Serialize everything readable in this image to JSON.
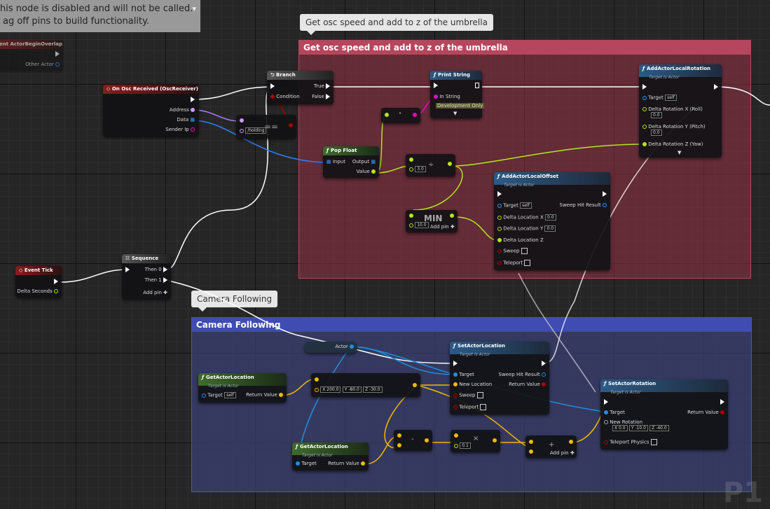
{
  "disabled_banner": {
    "line1": "his node is disabled and will not be called.",
    "line2": "ag off pins to build functionality."
  },
  "comments": {
    "osc": {
      "bubble": "Get osc speed and add to z of the umbrella",
      "title": "Get osc speed and add to z of the umbrella"
    },
    "camera": {
      "bubble": "Camera Following",
      "title": "Camera Following"
    }
  },
  "nodes": {
    "overlap": {
      "title": "ent ActorBeginOverlap",
      "pin_other": "Other Actor"
    },
    "osc_received": {
      "title": "On Osc Received (OscReceiver)",
      "pins": [
        "Address",
        "Data",
        "Sender Ip"
      ]
    },
    "branch": {
      "title": "Branch",
      "condition": "Condition",
      "true": "True",
      "false": "False"
    },
    "equals": {
      "value": "/holding",
      "symbol": "=="
    },
    "print_string": {
      "title": "Print String",
      "in_string": "In String",
      "dev_only": "Development Only"
    },
    "pop_float": {
      "title": "Pop Float",
      "input": "Input",
      "output": "Output",
      "value": "Value"
    },
    "divide": {
      "value": "3.0",
      "symbol": "÷"
    },
    "min": {
      "value": "10.0",
      "symbol": "MIN",
      "add_pin": "Add pin"
    },
    "add_rot": {
      "title": "AddActorLocalRotation",
      "sub": "Target is Actor",
      "target": "Target",
      "self": "self",
      "dx": "Delta Rotation X (Roll)",
      "dy": "Delta Rotation Y (Pitch)",
      "dz": "Delta Rotation Z (Yaw)",
      "vx": "0.0",
      "vy": "0.0"
    },
    "add_off": {
      "title": "AddActorLocalOffset",
      "sub": "Target is Actor",
      "target": "Target",
      "self": "self",
      "dx": "Delta Location X",
      "dy": "Delta Location Y",
      "dz": "Delta Location Z",
      "vx": "0.0",
      "vy": "0.0",
      "sweep": "Sweep",
      "teleport": "Teleport",
      "hit": "Sweep Hit Result"
    },
    "event_tick": {
      "title": "Event Tick",
      "delta": "Delta Seconds"
    },
    "sequence": {
      "title": "Sequence",
      "then0": "Then 0",
      "then1": "Then 1",
      "add_pin": "Add pin"
    },
    "actor_var": {
      "label": "Actor"
    },
    "get_loc1": {
      "title": "GetActorLocation",
      "sub": "Target is Actor",
      "target": "Target",
      "self": "self",
      "ret": "Return Value"
    },
    "vec_add": {
      "x": "200.0",
      "y": "-80.0",
      "z": "-30.0"
    },
    "set_loc": {
      "title": "SetActorLocation",
      "sub": "Target is Actor",
      "target": "Target",
      "newloc": "New Location",
      "sweep": "Sweep",
      "teleport": "Teleport",
      "hit": "Sweep Hit Result",
      "ret": "Return Value"
    },
    "set_rot": {
      "title": "SetActorRotation",
      "sub": "Target is Actor",
      "target": "Target",
      "ret": "Return Value",
      "newrot": "New Rotation",
      "x": "0.0",
      "y": "-10.0",
      "z": "-40.0",
      "tele": "Teleport Physics"
    },
    "get_loc2": {
      "title": "GetActorLocation",
      "sub": "Target is Actor",
      "target": "Target",
      "ret": "Return Value"
    },
    "subtract": {
      "symbol": "-"
    },
    "multiply": {
      "value": "0.1",
      "symbol": "×"
    },
    "add2": {
      "symbol": "+",
      "add_pin": "Add pin"
    }
  },
  "watermark": "P1"
}
